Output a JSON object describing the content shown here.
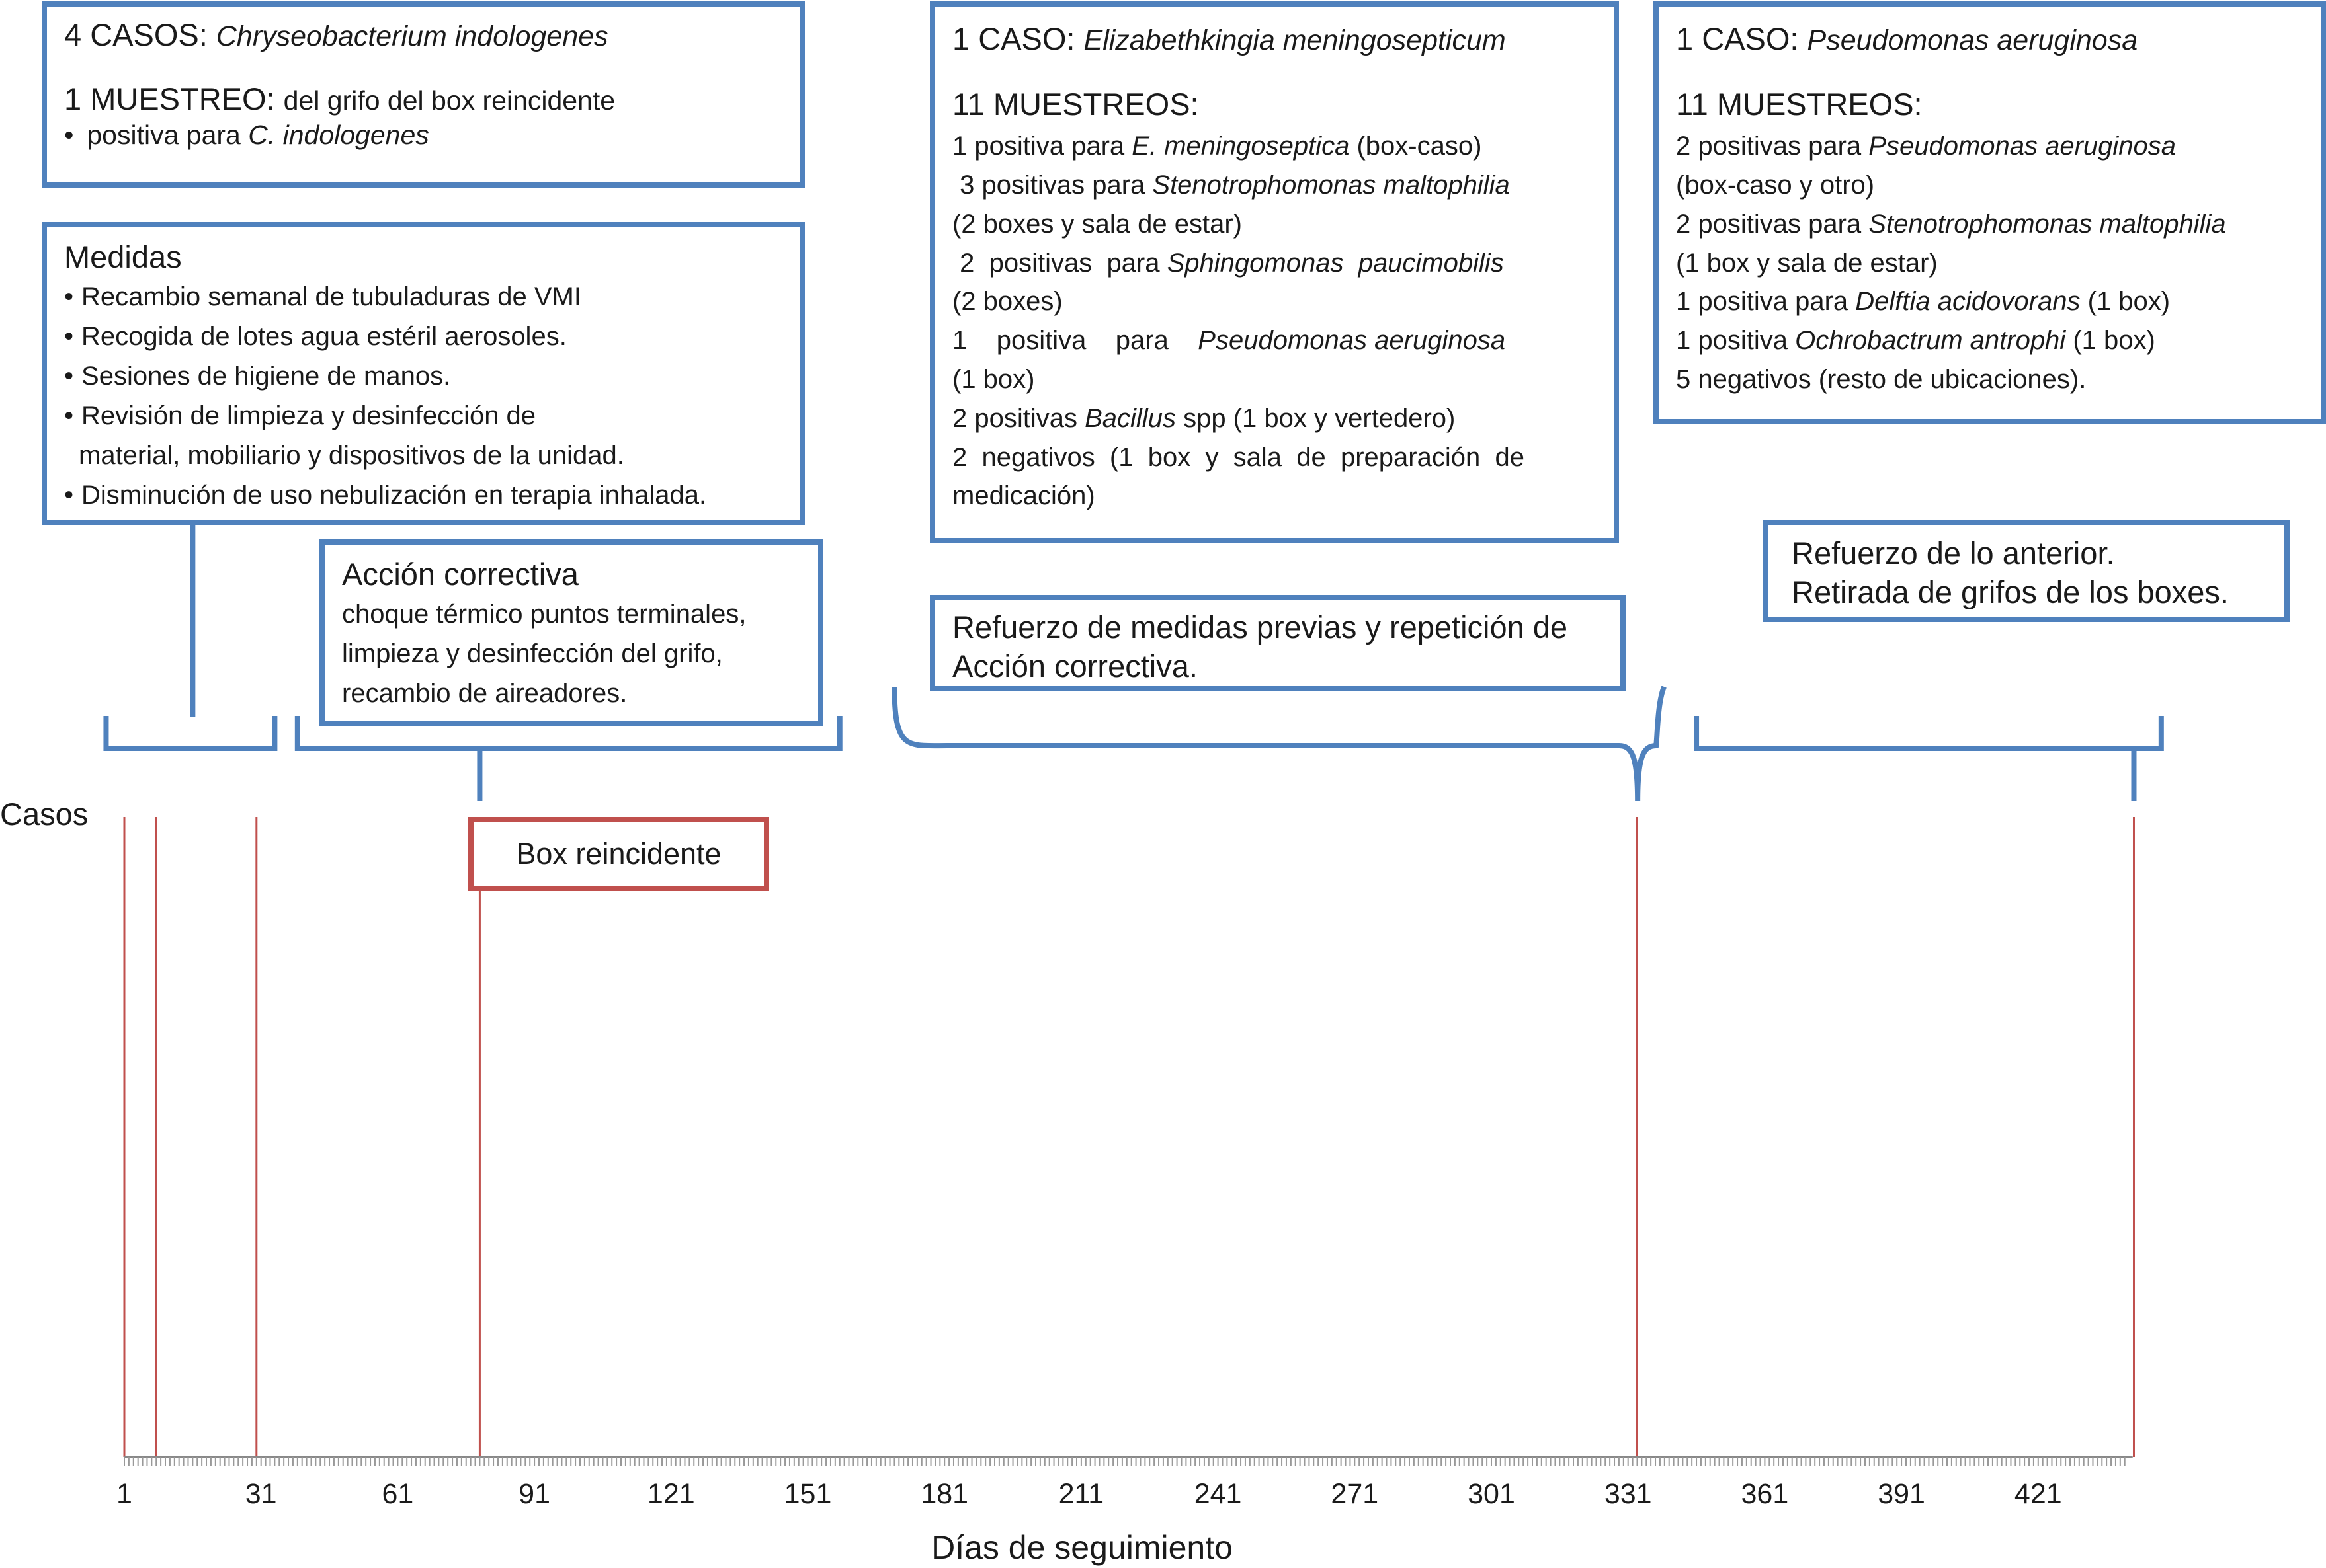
{
  "chart_data": {
    "type": "timeline",
    "ylabel": "Casos",
    "xlabel": "Días de seguimiento",
    "xlim": [
      1,
      440
    ],
    "xticks": [
      1,
      31,
      61,
      91,
      121,
      151,
      181,
      211,
      241,
      271,
      301,
      331,
      361,
      391,
      421
    ],
    "case_days": [
      1,
      8,
      30,
      79,
      333,
      442
    ],
    "bracket_ranges": [
      [
        -3,
        34
      ],
      [
        39,
        158
      ],
      [
        170,
        336
      ],
      [
        346,
        448
      ]
    ],
    "line_color": "#c0504d",
    "frame_color": "#4f81bd"
  },
  "boxes": {
    "casos1": {
      "title_bold": "4 CASOS: ",
      "title_species": "Chryseobacterium indologenes",
      "muestreo_bold": "1 MUESTREO: ",
      "muestreo_rest": "del grifo del box reincidente",
      "bullet_prefix": "positiva para ",
      "bullet_species": "C. indologenes"
    },
    "medidas": {
      "title": "Medidas",
      "items": [
        "Recambio semanal de tubuladuras de VMI",
        "Recogida de lotes agua estéril aerosoles.",
        "Sesiones de higiene de manos.",
        "Revisión de limpieza y desinfección de",
        "material,  mobiliario y dispositivos de la unidad.",
        "Disminución de uso nebulización en terapia inhalada."
      ]
    },
    "accion": {
      "title": "Acción correctiva",
      "lines": [
        "choque térmico puntos terminales,",
        "limpieza y desinfección del grifo,",
        "recambio de aireadores."
      ]
    },
    "reincidente": {
      "label": "Box reincidente"
    },
    "casos2": {
      "title_bold": "1 CASO: ",
      "title_species": "Elizabethkingia meningosepticum",
      "muestreos": "11 MUESTREOS:",
      "l1a": "1 positiva para ",
      "l1b": "E. meningoseptica",
      "l1c": " (box-caso)",
      "l2a": " 3 positivas para ",
      "l2b": "Stenotrophomonas maltophilia",
      "l3": "(2 boxes y sala de estar)",
      "l4a": " 2  positivas  para ",
      "l4b": "Sphingomonas  paucimobilis",
      "l5": "(2 boxes)",
      "l6a": "1    positiva    para    ",
      "l6b": "Pseudomonas aeruginosa",
      "l7": "(1 box)",
      "l8a": "2 positivas ",
      "l8b": "Bacillus",
      "l8c": " spp (1 box y vertedero)",
      "l9": "2  negativos  (1  box  y  sala  de  preparación  de",
      "l10": "medicación)"
    },
    "refuerzo1": {
      "line1": "Refuerzo de medidas previas y repetición de",
      "line2": "Acción correctiva."
    },
    "casos3": {
      "title_bold": "1 CASO: ",
      "title_species": "Pseudomonas aeruginosa",
      "muestreos": "11 MUESTREOS:",
      "l1a": "2 positivas para ",
      "l1b": "Pseudomonas aeruginosa",
      "l2": "(box-caso y otro)",
      "l3a": "2 positivas para ",
      "l3b": "Stenotrophomonas maltophilia",
      "l4": "(1 box y sala de estar)",
      "l5a": "1 positiva para ",
      "l5b": "Delftia acidovorans",
      "l5c": " (1 box)",
      "l6a": "1 positiva ",
      "l6b": "Ochrobactrum antrophi",
      "l6c": " (1 box)",
      "l7": "5 negativos (resto de ubicaciones)."
    },
    "refuerzo2": {
      "line1": "Refuerzo de lo anterior.",
      "line2": "Retirada de grifos de los boxes."
    }
  }
}
